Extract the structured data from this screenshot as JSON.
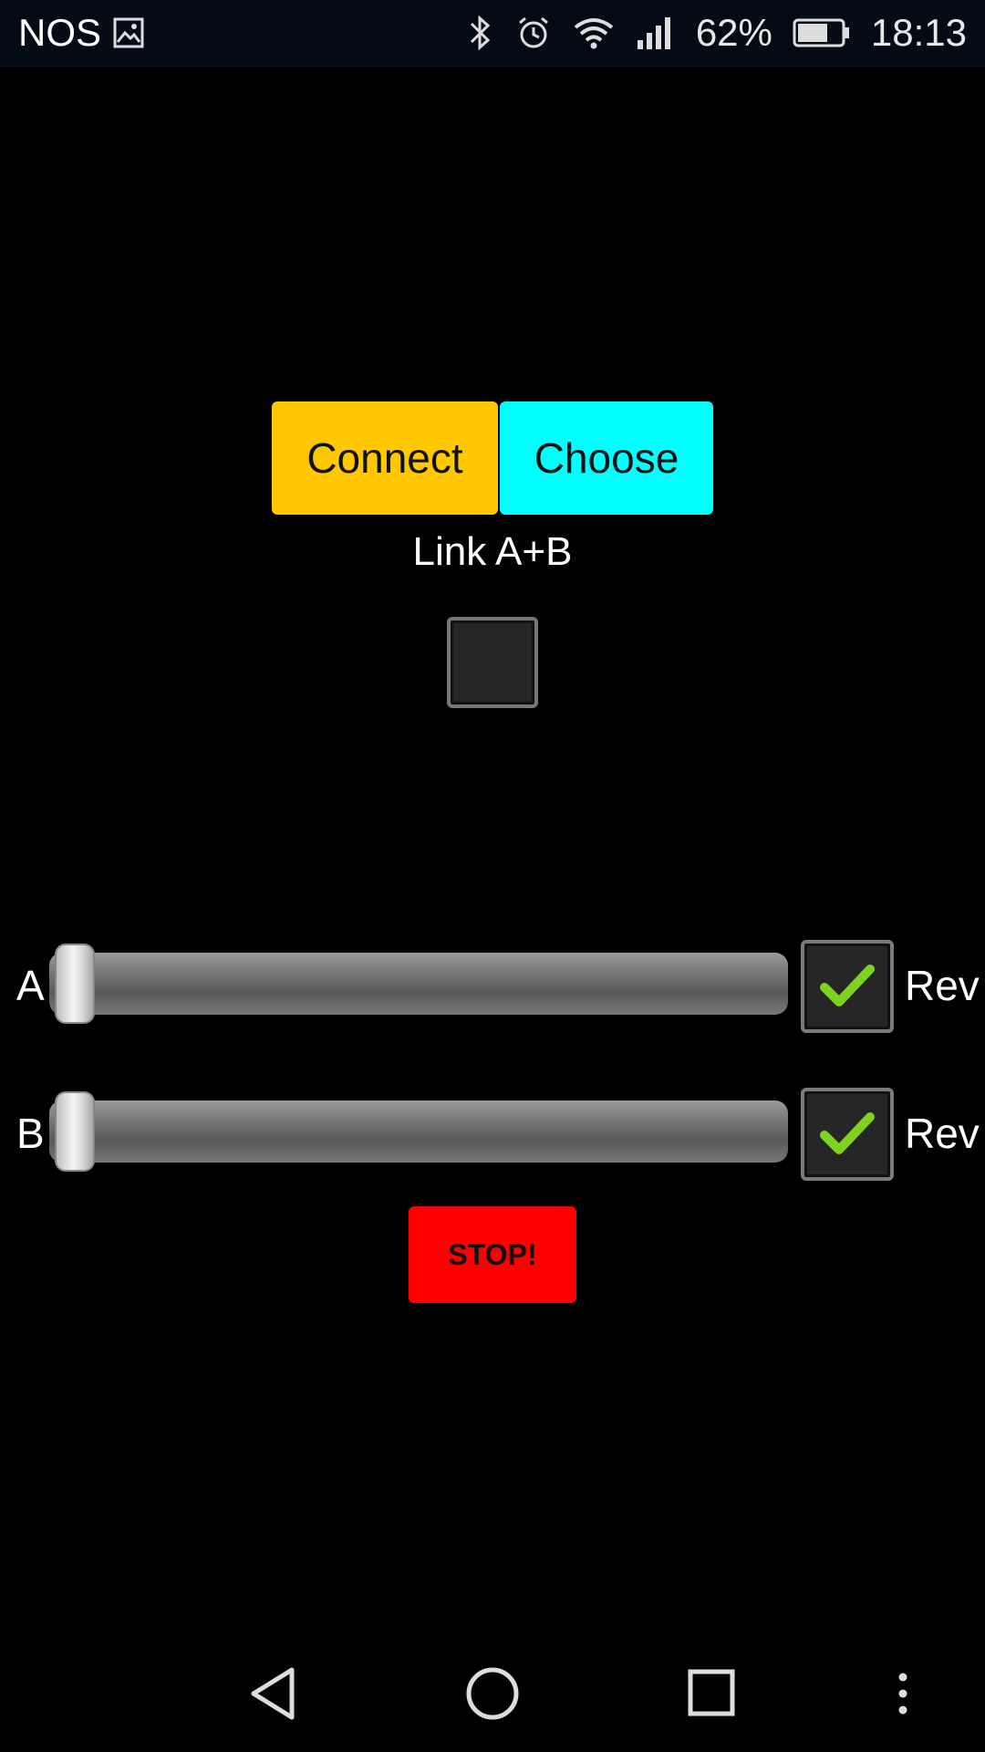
{
  "status_bar": {
    "carrier": "NOS",
    "battery_percent": "62%",
    "time": "18:13",
    "icons": [
      "image-icon",
      "bluetooth-icon",
      "alarm-icon",
      "wifi-icon",
      "signal-icon",
      "battery-icon"
    ]
  },
  "controls": {
    "connect_label": "Connect",
    "choose_label": "Choose",
    "link_label": "Link A+B",
    "link_checked": false,
    "stop_label": "STOP!"
  },
  "sliders": [
    {
      "label": "A",
      "value": 0,
      "rev_label": "Rev",
      "rev_checked": true
    },
    {
      "label": "B",
      "value": 0,
      "rev_label": "Rev",
      "rev_checked": true
    }
  ],
  "colors": {
    "connect": "#ffc800",
    "choose": "#00ffff",
    "stop": "#ff0000",
    "check": "#7ed321"
  },
  "nav_bar": {
    "icons": [
      "back-icon",
      "home-icon",
      "recents-icon",
      "menu-dots-icon"
    ]
  }
}
